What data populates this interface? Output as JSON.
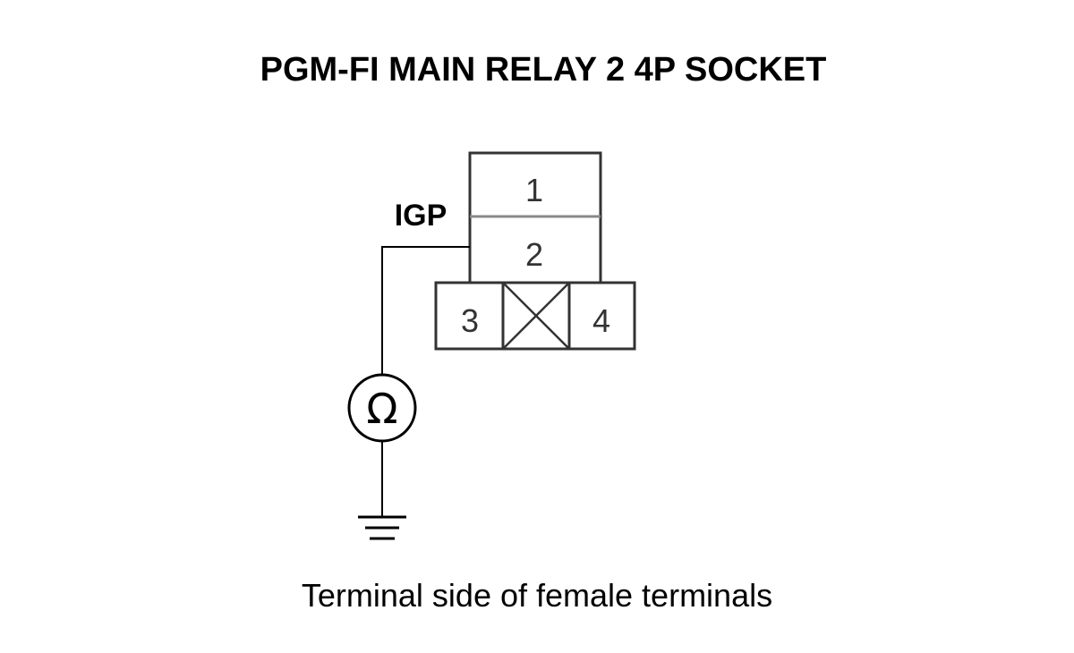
{
  "title": "PGM-FI MAIN RELAY 2 4P SOCKET",
  "wire_label": "IGP",
  "terminals": [
    "1",
    "2",
    "3",
    "4"
  ],
  "meter_symbol": "Ω",
  "caption": "Terminal side of female terminals",
  "icons": {
    "meter": "ohmmeter-icon",
    "ground": "ground-icon",
    "blocked_cavity": "empty-cavity-x-icon"
  }
}
